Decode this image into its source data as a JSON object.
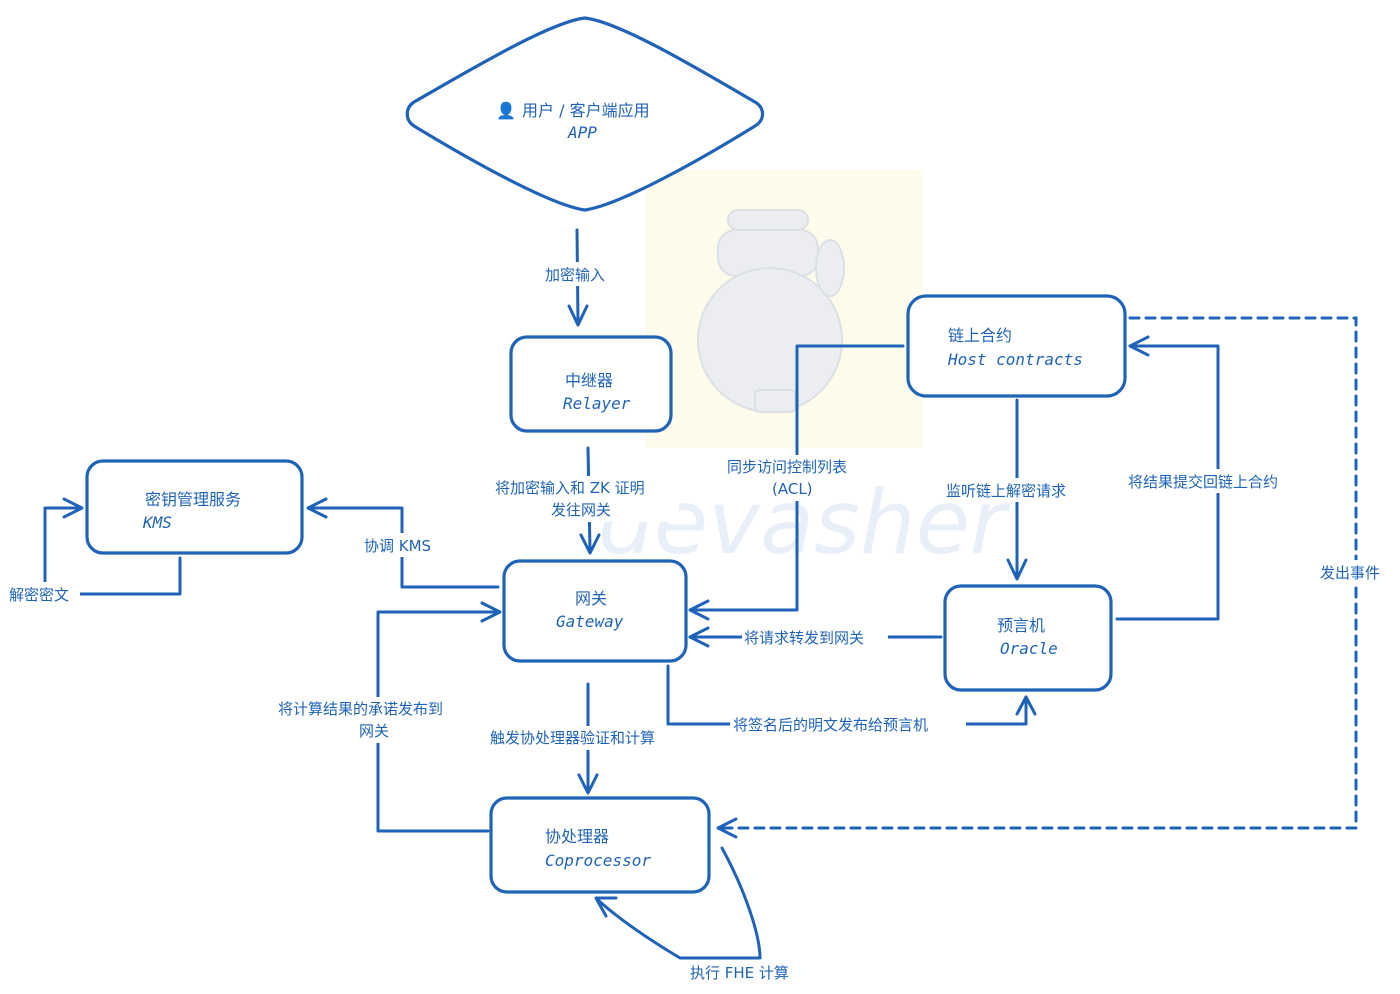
{
  "nodes": {
    "app": {
      "icon": "user-icon",
      "line1": "用户 / 客户端应用",
      "line2": "APP"
    },
    "relayer": {
      "line1": "中继器",
      "line2": "Relayer"
    },
    "kms": {
      "line1": "密钥管理服务",
      "line2": "KMS"
    },
    "gateway": {
      "line1": "网关",
      "line2": "Gateway"
    },
    "host": {
      "line1": "链上合约",
      "line2": "Host contracts"
    },
    "oracle": {
      "line1": "预言机",
      "line2": "Oracle"
    },
    "coprocessor": {
      "line1": "协处理器",
      "line2": "Coprocessor"
    }
  },
  "edges": {
    "encrypt_input": "加密输入",
    "relay_to_gateway_1": "将加密输入和 ZK 证明",
    "relay_to_gateway_2": "发往网关",
    "coordinate_kms": "协调 KMS",
    "decrypt_cipher": "解密密文",
    "sync_acl_1": "同步访问控制列表",
    "sync_acl_2": "(ACL)",
    "listen_decrypt": "监听链上解密请求",
    "submit_result": "将结果提交回链上合约",
    "emit_event": "发出事件",
    "forward_request": "将请求转发到网关",
    "publish_plaintext": "将签名后的明文发布给预言机",
    "publish_commit_1": "将计算结果的承诺发布到",
    "publish_commit_2": "网关",
    "trigger_verify": "触发协处理器验证和计算",
    "exec_fhe": "执行 FHE 计算"
  },
  "watermark": "devasher",
  "colors": {
    "stroke": "#1f63b8",
    "background": "#ffffff"
  }
}
